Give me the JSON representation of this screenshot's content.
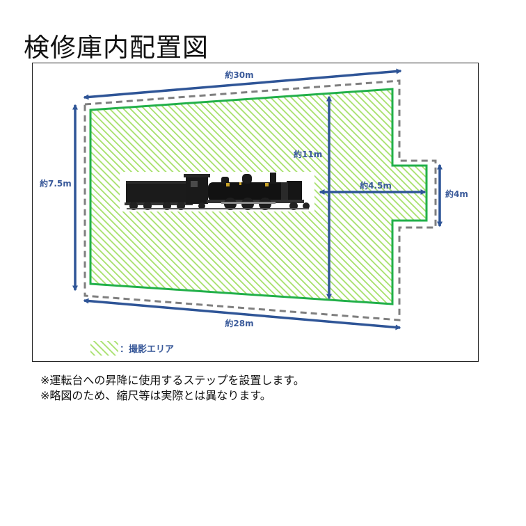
{
  "title": "検修庫内配置図",
  "dimensions": {
    "top": "約30m",
    "bottom": "約28m",
    "left": "約7.5m",
    "center_vertical": "約11m",
    "extension_length": "約4.5m",
    "extension_width": "約4m"
  },
  "legend": {
    "label": "：撮影エリア"
  },
  "locomotive": {
    "icon": "steam-locomotive-icon"
  },
  "notes": [
    "※運転台への昇降に使用するステップを設置します。",
    "※略図のため、縮尺等は実際とは異なります。"
  ],
  "colors": {
    "area_stroke": "#22b04a",
    "hatch": "#a6e06a",
    "arrow": "#2f5597",
    "dashed_outline": "#7f7f7f",
    "dimension_text": "#3a5a9a"
  }
}
